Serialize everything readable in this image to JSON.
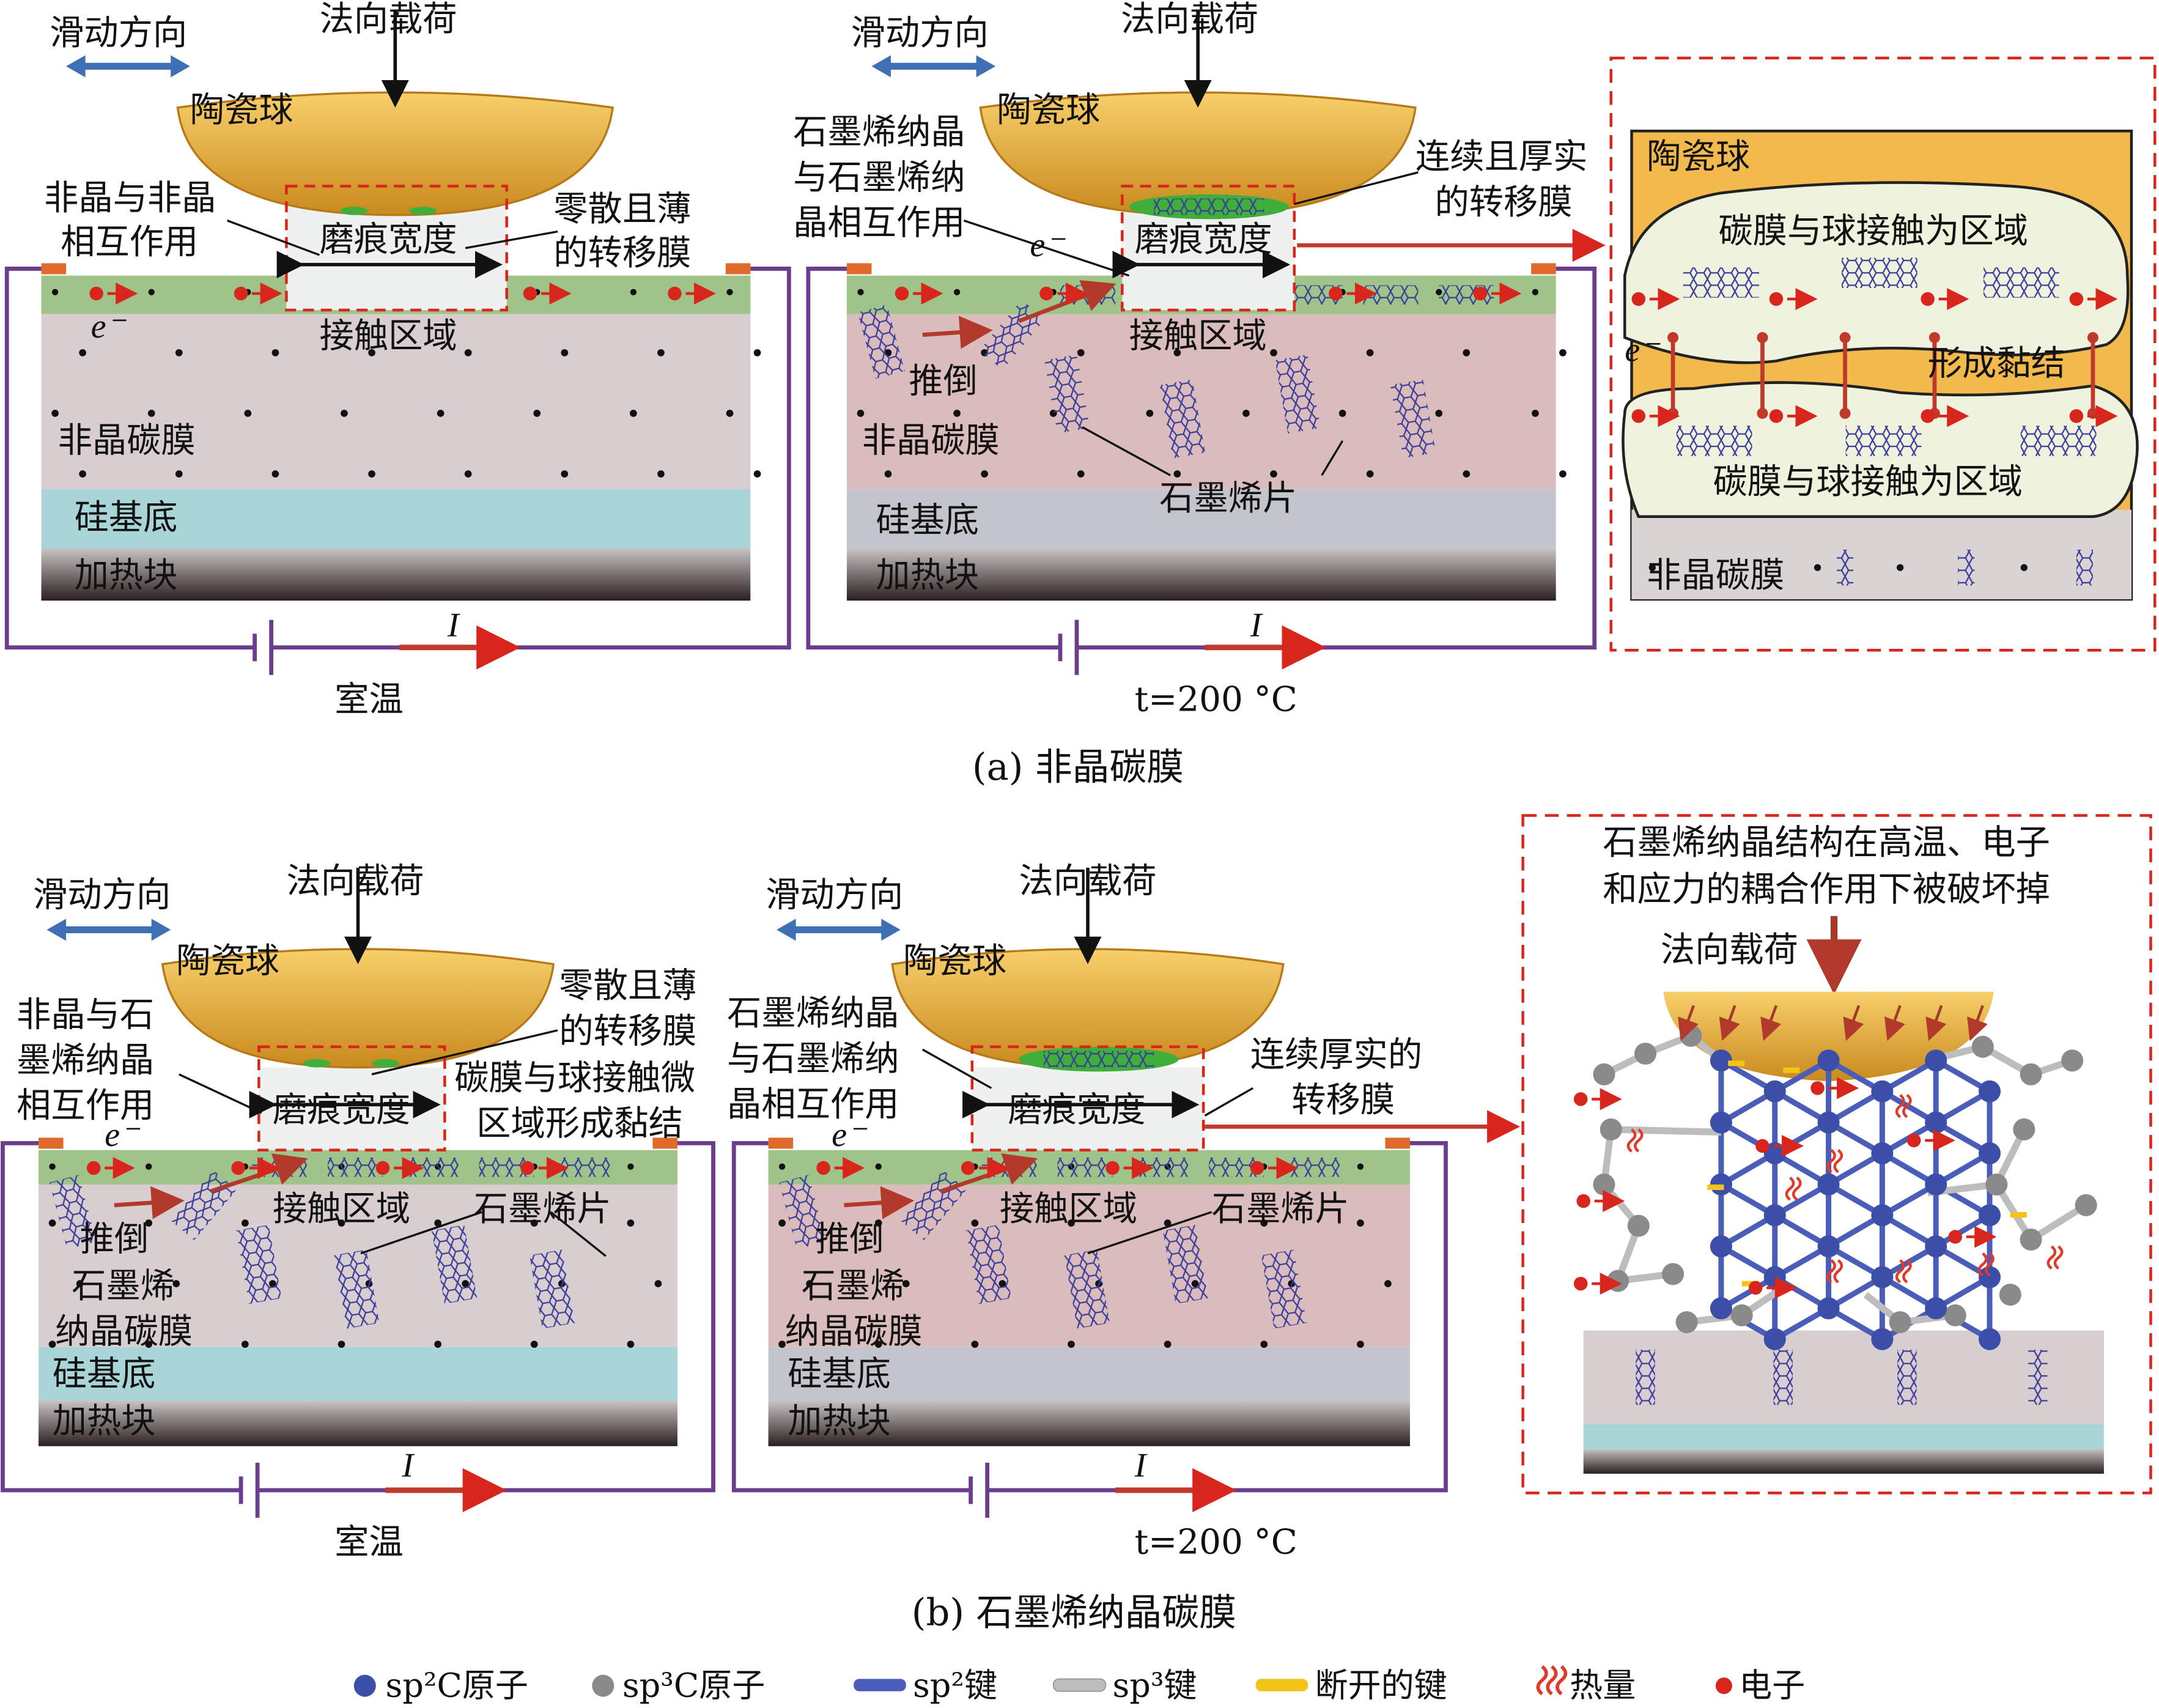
{
  "common": {
    "sliding": "滑动方向",
    "load": "法向载荷",
    "ball": "陶瓷球",
    "wear_width": "磨痕宽度",
    "contact": "接触区域",
    "silicon": "硅基底",
    "heater": "加热块",
    "current": "I",
    "electron": "e⁻",
    "push": "推倒",
    "graphene_sheet": "石墨烯片",
    "room_temp": "室温",
    "high_temp": "t=200 °C"
  },
  "panel_a1": {
    "interaction": [
      "非晶与非晶",
      "相互作用"
    ],
    "transfer": [
      "零散且薄",
      "的转移膜"
    ],
    "film": "非晶碳膜"
  },
  "panel_a2": {
    "interaction": [
      "石墨烯纳晶",
      "与石墨烯纳",
      "晶相互作用"
    ],
    "transfer": [
      "连续且厚实",
      "的转移膜"
    ],
    "film": "非晶碳膜"
  },
  "panel_a3": {
    "ball": "陶瓷球",
    "contact_top": "碳膜与球接触为区域",
    "bond": "形成黏结",
    "contact_bottom": "碳膜与球接触为区域",
    "film": "非晶碳膜"
  },
  "caption_a": "(a) 非晶碳膜",
  "panel_b1": {
    "interaction": [
      "非晶与石",
      "墨烯纳晶",
      "相互作用"
    ],
    "transfer": [
      "零散且薄",
      "的转移膜"
    ],
    "bond": [
      "碳膜与球接触微",
      "区域形成黏结"
    ],
    "film": [
      "石墨烯",
      "纳晶碳膜"
    ]
  },
  "panel_b2": {
    "interaction": [
      "石墨烯纳晶",
      "与石墨烯纳",
      "晶相互作用"
    ],
    "transfer": [
      "连续厚实的",
      "转移膜"
    ],
    "film": [
      "石墨烯",
      "纳晶碳膜"
    ]
  },
  "panel_b3": {
    "note": [
      "石墨烯纳晶结构在高温、电子",
      "和应力的耦合作用下被破坏掉"
    ],
    "load": "法向载荷"
  },
  "caption_b": "(b) 石墨烯纳晶碳膜",
  "legend": [
    "sp²C原子",
    "sp³C原子",
    "sp²键",
    "sp³键",
    "断开的键",
    "热量",
    "电子"
  ],
  "colors": {
    "purple": "#6a3d8f",
    "red": "#d9261c",
    "blue_arrow": "#3f6fb5",
    "graphene": "#3a3c9c"
  }
}
